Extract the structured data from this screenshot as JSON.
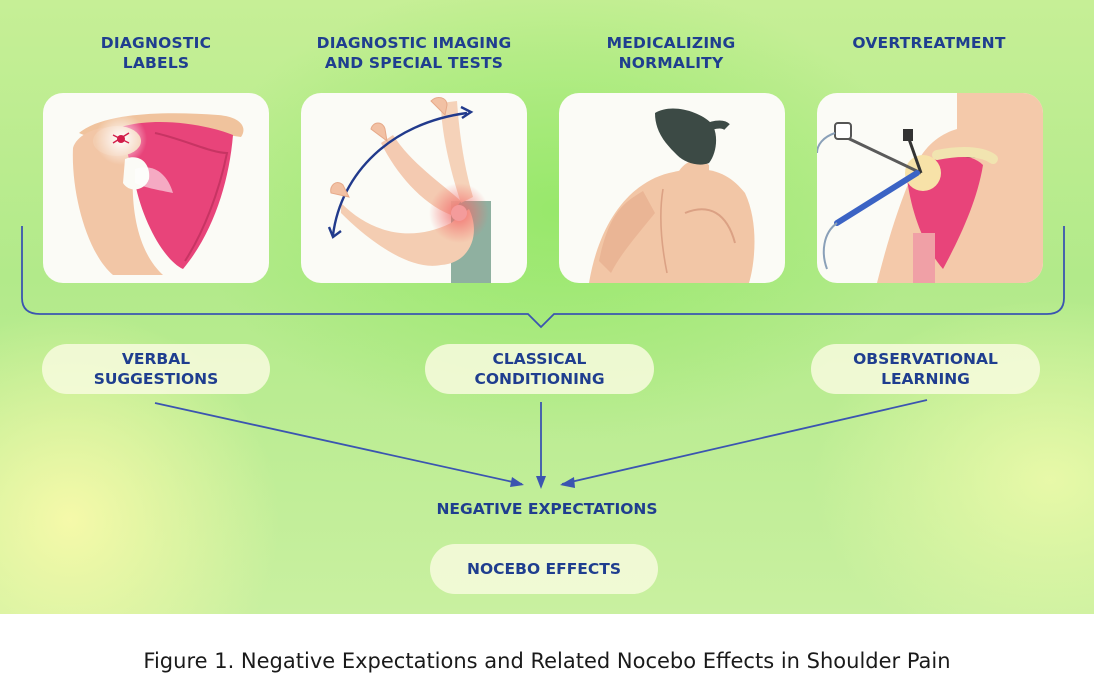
{
  "figure": {
    "headings": [
      "DIAGNOSTIC\nLABELS",
      "DIAGNOSTIC IMAGING\nAND SPECIAL TESTS",
      "MEDICALIZING\nNORMALITY",
      "OVERTREATMENT"
    ],
    "mechanisms": [
      "VERBAL\nSUGGESTIONS",
      "CLASSICAL\nCONDITIONING",
      "OBSERVATIONAL\nLEARNING"
    ],
    "expectations": "NEGATIVE EXPECTATIONS",
    "outcome": "NOCEBO EFFECTS",
    "caption": "Figure 1. Negative Expectations and Related Nocebo Effects in Shoulder Pain"
  },
  "colors": {
    "text_blue": "#1f3e8f",
    "line_blue": "#3b55b0",
    "muscle_pink": "#e8447a",
    "skin": "#f2c3a3"
  },
  "icons": [
    "scapula-illustration",
    "arm-movement-illustration",
    "back-illustration",
    "arthroscopy-illustration"
  ]
}
